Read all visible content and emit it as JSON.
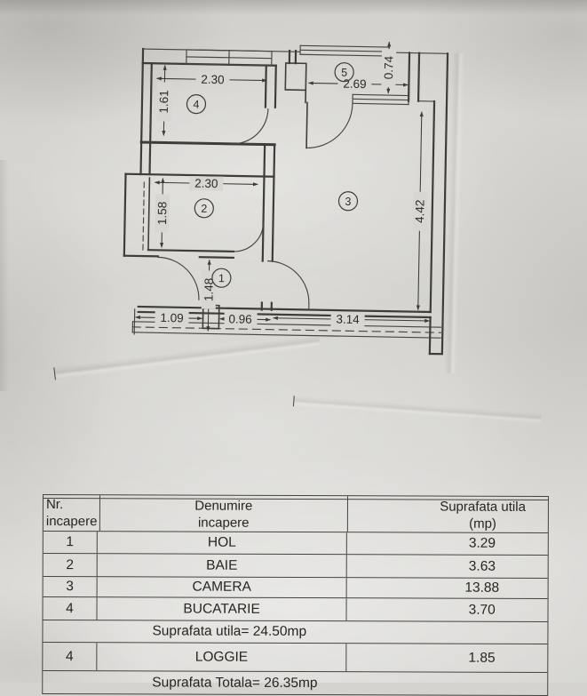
{
  "plan": {
    "rooms": [
      {
        "id": "hol",
        "number": "1"
      },
      {
        "id": "baie",
        "number": "2"
      },
      {
        "id": "camera",
        "number": "3"
      },
      {
        "id": "bucatarie",
        "number": "4"
      },
      {
        "id": "loggie",
        "number": "5"
      }
    ],
    "dims": {
      "kitchen_width": "2.30",
      "kitchen_depth": "1.61",
      "loggia_width": "2.69",
      "loggia_depth": "0.74",
      "camera_depth": "4.42",
      "camera_width": "3.14",
      "bath_width": "2.30",
      "bath_depth": "1.58",
      "hall_depth": "1.48",
      "hall_seg1": "1.09",
      "hall_seg2": "0.96"
    }
  },
  "table": {
    "headers": {
      "col1": [
        "Nr.",
        "incapere"
      ],
      "col2": [
        "Denumire",
        "incapere"
      ],
      "col3": [
        "Suprafata utila",
        "(mp)"
      ]
    },
    "rows": [
      {
        "nr": "1",
        "name": "HOL",
        "area": "3.29"
      },
      {
        "nr": "2",
        "name": "BAIE",
        "area": "3.63"
      },
      {
        "nr": "3",
        "name": "CAMERA",
        "area": "13.88"
      },
      {
        "nr": "4",
        "name": "BUCATARIE",
        "area": "3.70"
      }
    ],
    "subtotal_label": "Suprafata utila= 24.50mp",
    "extra_row": {
      "nr": "4",
      "name": "LOGGIE",
      "area": "1.85"
    },
    "total_label": "Suprafata Totala= 26.35mp"
  },
  "colors": {
    "paper": "#d7d6d2",
    "ink": "#3e3d39",
    "text": "#26251f"
  }
}
